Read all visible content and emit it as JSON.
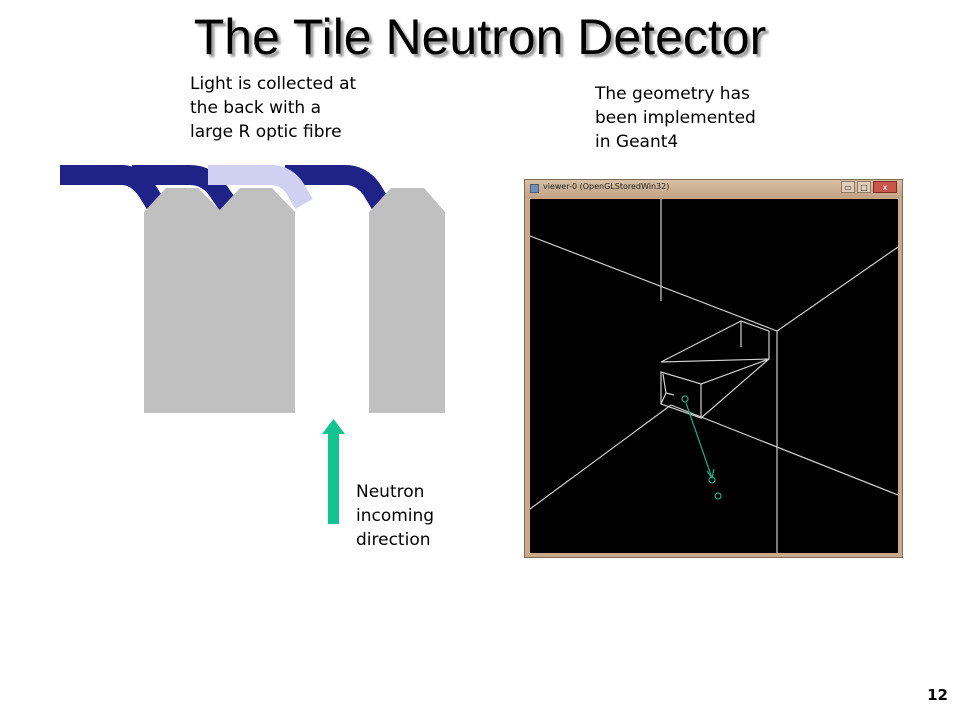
{
  "slide": {
    "title": "The Tile Neutron Detector",
    "page_number": "12"
  },
  "notes": {
    "light_lines": [
      "Light is collected at",
      "the back with a",
      "large R optic fibre"
    ],
    "geometry_lines": [
      "The geometry has",
      "been implemented",
      "in Geant4"
    ],
    "neutron_lines": [
      "Neutron",
      "incoming",
      "direction"
    ]
  },
  "viewer": {
    "window_title": "viewer-0 (OpenGLStoredWin32)",
    "minimize_glyph": "▭",
    "maximize_glyph": "□",
    "close_glyph": "x"
  },
  "colors": {
    "tile": "#c0c0c0",
    "fibre_dark": "#1f2287",
    "fibre_light": "#d0d1f2",
    "arrow": "#13c490",
    "viewer_background": "#000000",
    "wireframe": "#cfcfcf",
    "track": "#1fae8a"
  },
  "icons": {
    "arrow": "up-arrow-icon"
  }
}
